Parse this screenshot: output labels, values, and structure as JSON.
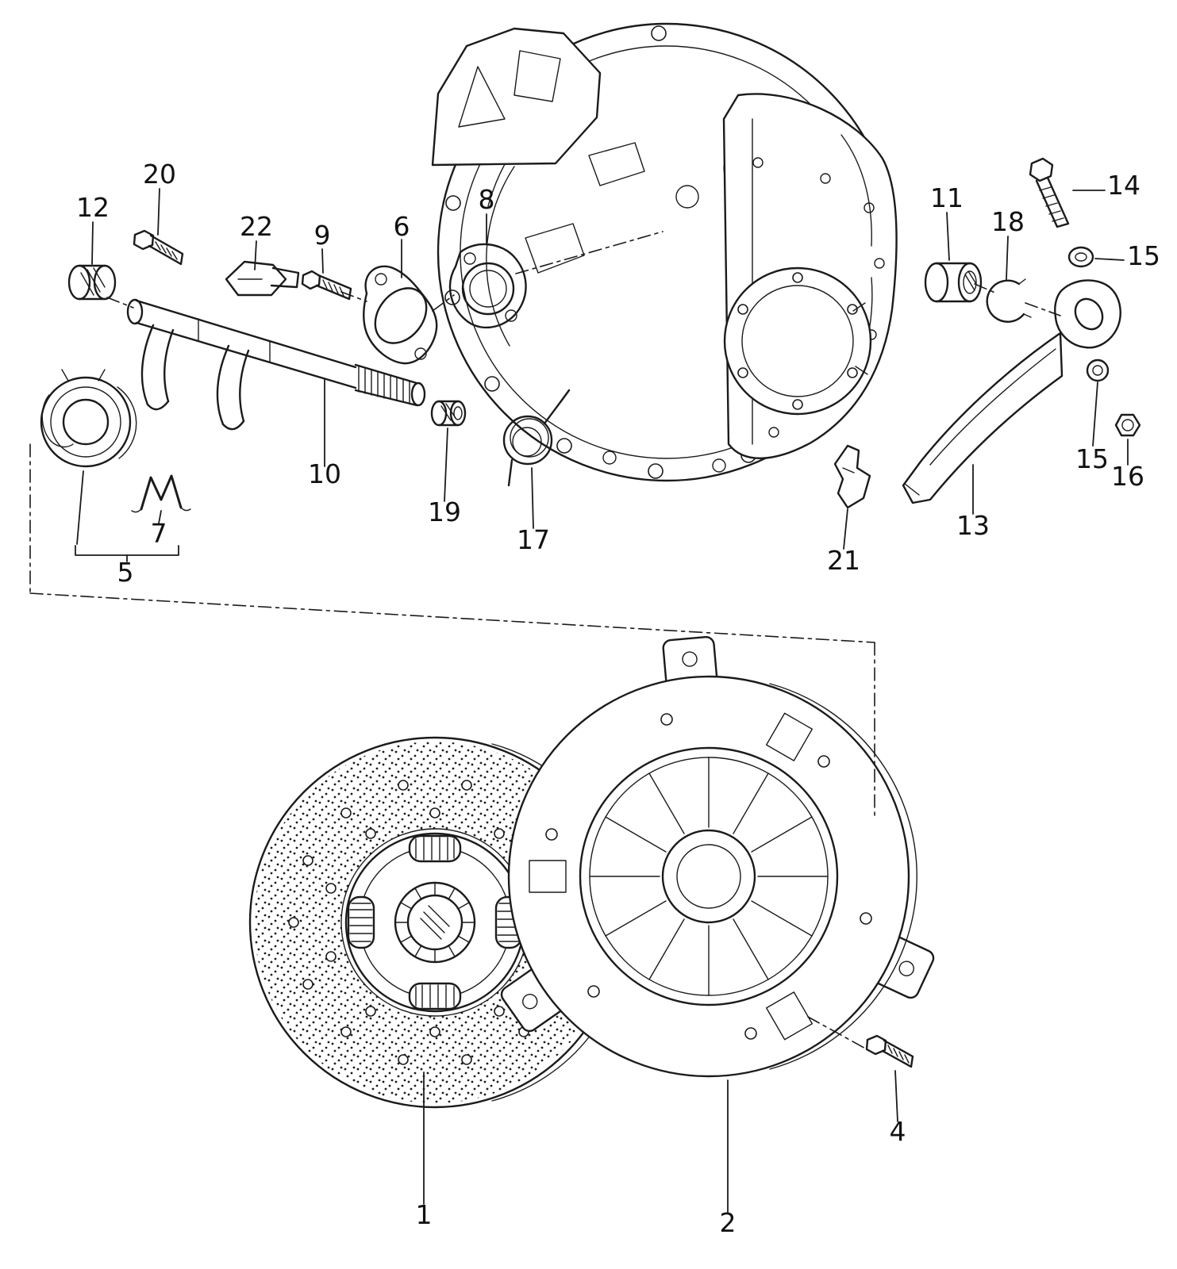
{
  "diagram": {
    "subject": "clutch-exploded-parts-diagram",
    "background": "#ffffff",
    "line_color": "#1b1b1b",
    "callouts": [
      {
        "number": "20",
        "part": "hex-bolt"
      },
      {
        "number": "12",
        "part": "bushing"
      },
      {
        "number": "22",
        "part": "retainer-block"
      },
      {
        "number": "9",
        "part": "hex-bolt"
      },
      {
        "number": "6",
        "part": "gasket-flange"
      },
      {
        "number": "8",
        "part": "guide-sleeve"
      },
      {
        "number": "11",
        "part": "bushing"
      },
      {
        "number": "18",
        "part": "snap-ring"
      },
      {
        "number": "14",
        "part": "hex-bolt"
      },
      {
        "number": "15",
        "part": "washer"
      },
      {
        "number": "15",
        "part": "washer"
      },
      {
        "number": "16",
        "part": "hex-nut"
      },
      {
        "number": "13",
        "part": "release-lever"
      },
      {
        "number": "21",
        "part": "clip"
      },
      {
        "number": "17",
        "part": "torsion-spring"
      },
      {
        "number": "19",
        "part": "bushing"
      },
      {
        "number": "10",
        "part": "release-shaft-with-fork"
      },
      {
        "number": "7",
        "part": "spring-clip"
      },
      {
        "number": "5",
        "part": "release-bearing-group"
      },
      {
        "number": "1",
        "part": "clutch-disc"
      },
      {
        "number": "2",
        "part": "pressure-plate"
      },
      {
        "number": "4",
        "part": "hex-bolt"
      }
    ]
  }
}
